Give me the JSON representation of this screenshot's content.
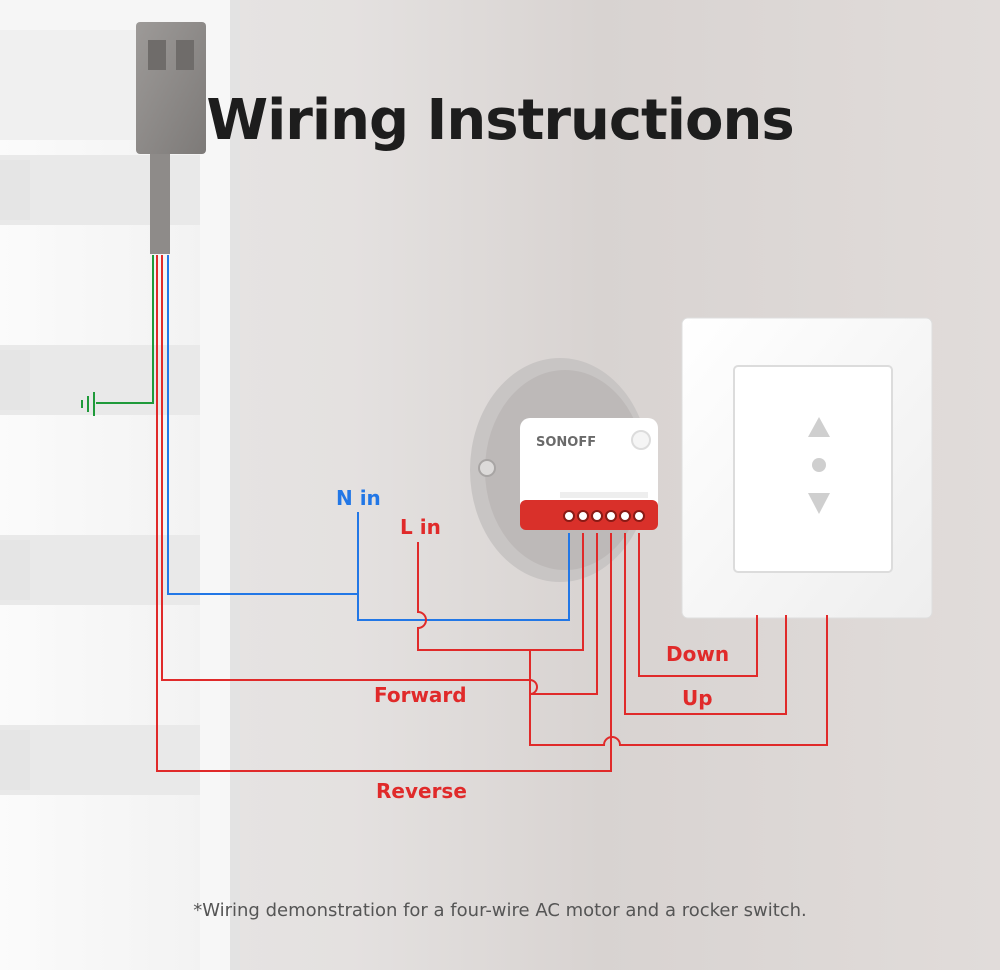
{
  "title": "Wiring Instructions",
  "labels": {
    "n_in": "N in",
    "l_in": "L in",
    "forward": "Forward",
    "reverse": "Reverse",
    "down": "Down",
    "up": "Up"
  },
  "device": {
    "brand": "SONOFF"
  },
  "footnote": "*Wiring demonstration for a four-wire AC motor and a rocker switch.",
  "colors": {
    "live": "#e02a2a",
    "neutral": "#2277e6",
    "ground": "#1f9a3a"
  }
}
